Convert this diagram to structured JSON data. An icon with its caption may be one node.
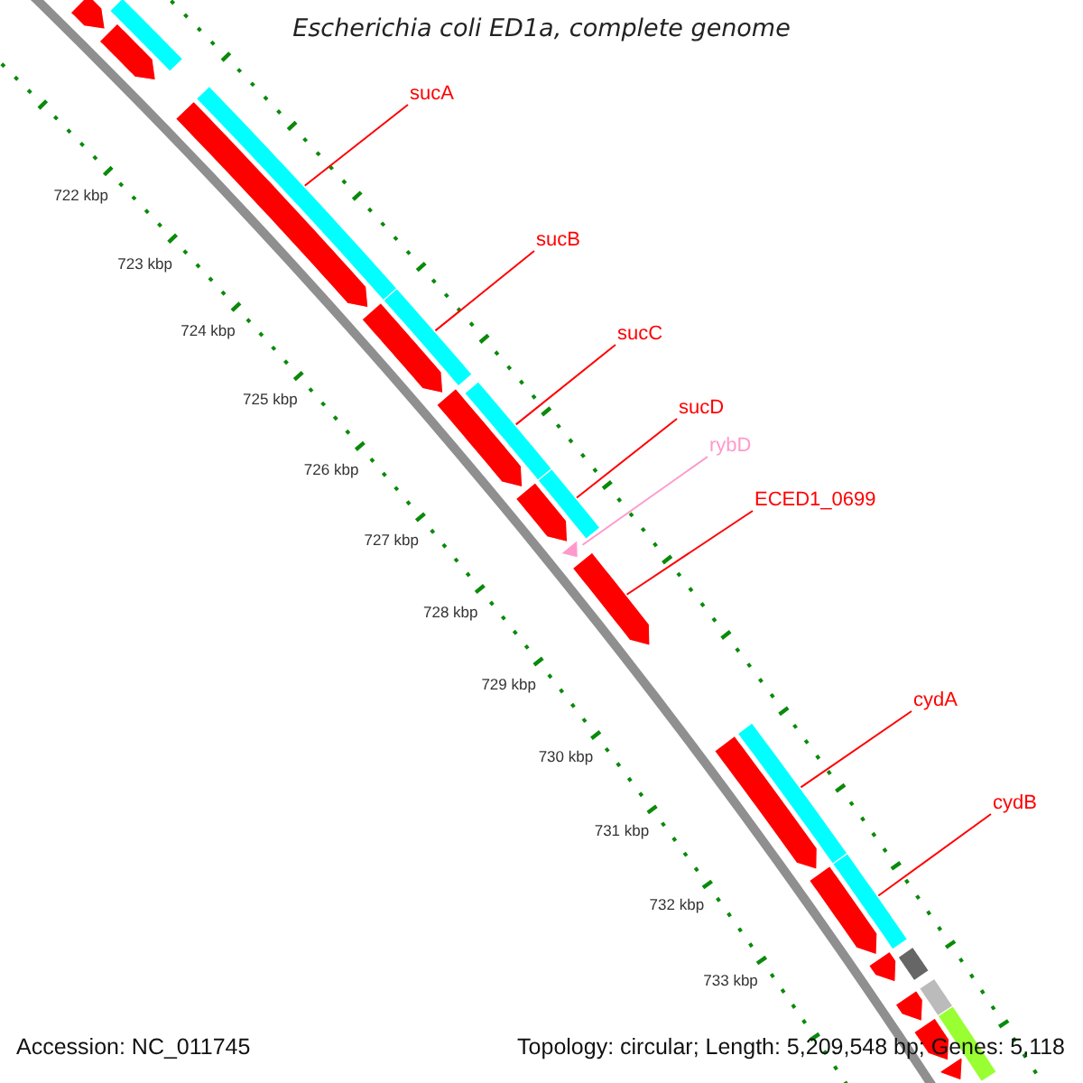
{
  "diagram": {
    "title": "Escherichia coli ED1a, complete genome",
    "nodes": [
      {
        "text": [
          "sucA"
        ]
      },
      {
        "text": [
          "sucB"
        ]
      },
      {
        "text": [
          "sucC"
        ]
      },
      {
        "text": [
          "sucD"
        ]
      },
      {
        "text": [
          "rybD"
        ]
      },
      {
        "text": [
          "ECED1_0699"
        ]
      },
      {
        "text": [
          "cydA"
        ]
      },
      {
        "text": [
          "cydB"
        ]
      },
      {
        "text": [],
        "shape": "bar"
      },
      {
        "text": [],
        "shape": "arrow"
      },
      {
        "text": [],
        "shape": "arrow"
      },
      {
        "text": [],
        "shape": "bar"
      },
      {
        "text": [],
        "shape": "arrow"
      },
      {
        "text": [],
        "shape": "bar"
      },
      {
        "text": [],
        "shape": "arrow"
      },
      {
        "text": [],
        "shape": "bar"
      },
      {
        "text": [],
        "shape": "arrow"
      },
      {
        "text": [],
        "shape": "bar"
      },
      {
        "text": [],
        "shape": "arrow"
      },
      {
        "text": [],
        "shape": "arrow"
      },
      {
        "text": [],
        "shape": "arrow"
      },
      {
        "text": [],
        "shape": "bar"
      },
      {
        "text": [],
        "shape": "arrow"
      },
      {
        "text": [],
        "shape": "bar"
      },
      {
        "text": [],
        "shape": "arrow"
      },
      {
        "text": [],
        "shape": "arrow"
      },
      {
        "text": [],
        "shape": "bar"
      },
      {
        "text": [],
        "shape": "arrow"
      },
      {
        "text": [],
        "shape": "bar"
      },
      {
        "text": [],
        "shape": "arrow"
      },
      {
        "text": [],
        "shape": "bar"
      },
      {
        "text": [],
        "shape": "arrow"
      }
    ],
    "edges": [
      {
        "from": 0,
        "to": 11,
        "arrow": "none"
      },
      {
        "from": 1,
        "to": 13,
        "arrow": "none"
      },
      {
        "from": 2,
        "to": 15,
        "arrow": "none"
      },
      {
        "from": 3,
        "to": 17,
        "arrow": "none"
      },
      {
        "from": 4,
        "to": 19,
        "arrow": "none",
        "color": "#ff99cc"
      },
      {
        "from": 5,
        "to": 20,
        "arrow": "none"
      },
      {
        "from": 6,
        "to": 21,
        "arrow": "none"
      },
      {
        "from": 7,
        "to": 23,
        "arrow": "none"
      }
    ],
    "labels": [
      "722 kbp",
      "723 kbp",
      "724 kbp",
      "725 kbp",
      "726 kbp",
      "727 kbp",
      "728 kbp",
      "729 kbp",
      "730 kbp",
      "731 kbp",
      "732 kbp",
      "733 kbp",
      "Accession: NC_011745",
      "Topology: circular; Length: 5,209,548 bp; Genes: 5,118"
    ]
  }
}
